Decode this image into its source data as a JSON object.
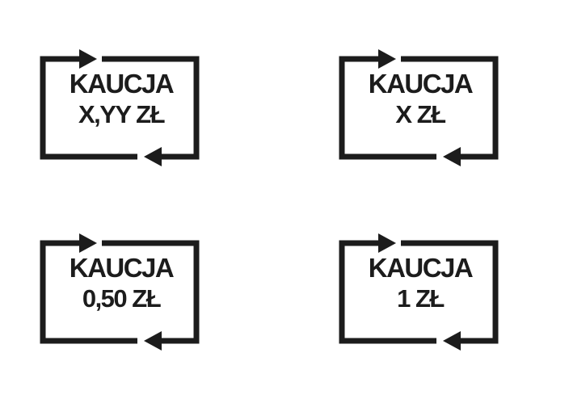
{
  "badges": [
    {
      "line1": "KAUCJA",
      "line2": "X,YY ZŁ"
    },
    {
      "line1": "KAUCJA",
      "line2": "X ZŁ"
    },
    {
      "line1": "KAUCJA",
      "line2": "0,50 ZŁ"
    },
    {
      "line1": "KAUCJA",
      "line2": "1 ZŁ"
    }
  ],
  "icon": "deposit-return-arrows-icon",
  "colors": {
    "ink": "#1c1c1c",
    "background": "#ffffff"
  }
}
